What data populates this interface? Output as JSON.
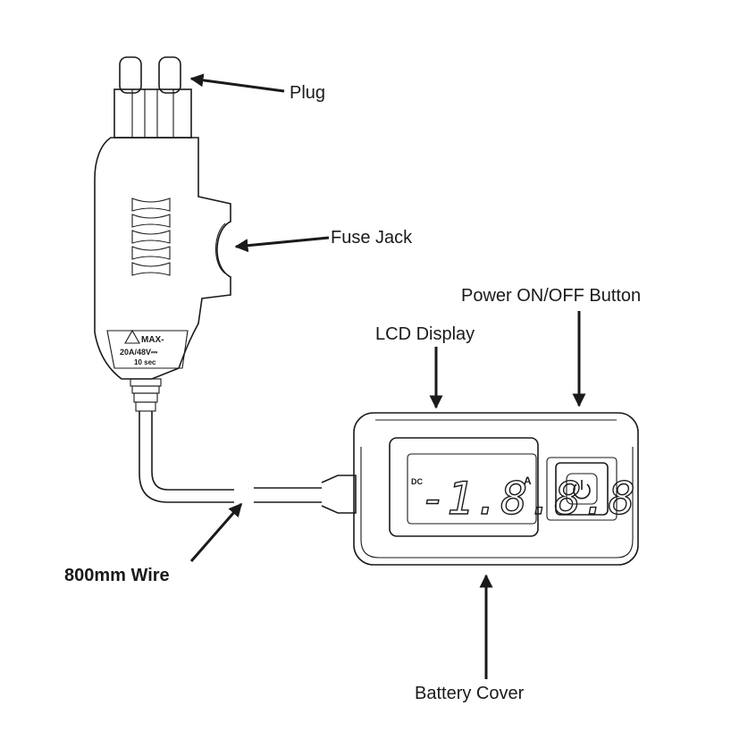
{
  "labels": {
    "plug": "Plug",
    "fuse_jack": "Fuse Jack",
    "power_button": "Power ON/OFF Button",
    "lcd_display": "LCD Display",
    "wire": "800mm Wire",
    "battery_cover": "Battery Cover"
  },
  "device_markings": {
    "max_line1": "MAX-",
    "max_line2": "20A/48V⎓",
    "max_line3": "10 sec",
    "dc_label": "DC",
    "lcd_digits": "-1.8.8.8",
    "unit": "A"
  },
  "icons": {
    "warning": "warning-triangle-icon",
    "power": "power-icon"
  }
}
